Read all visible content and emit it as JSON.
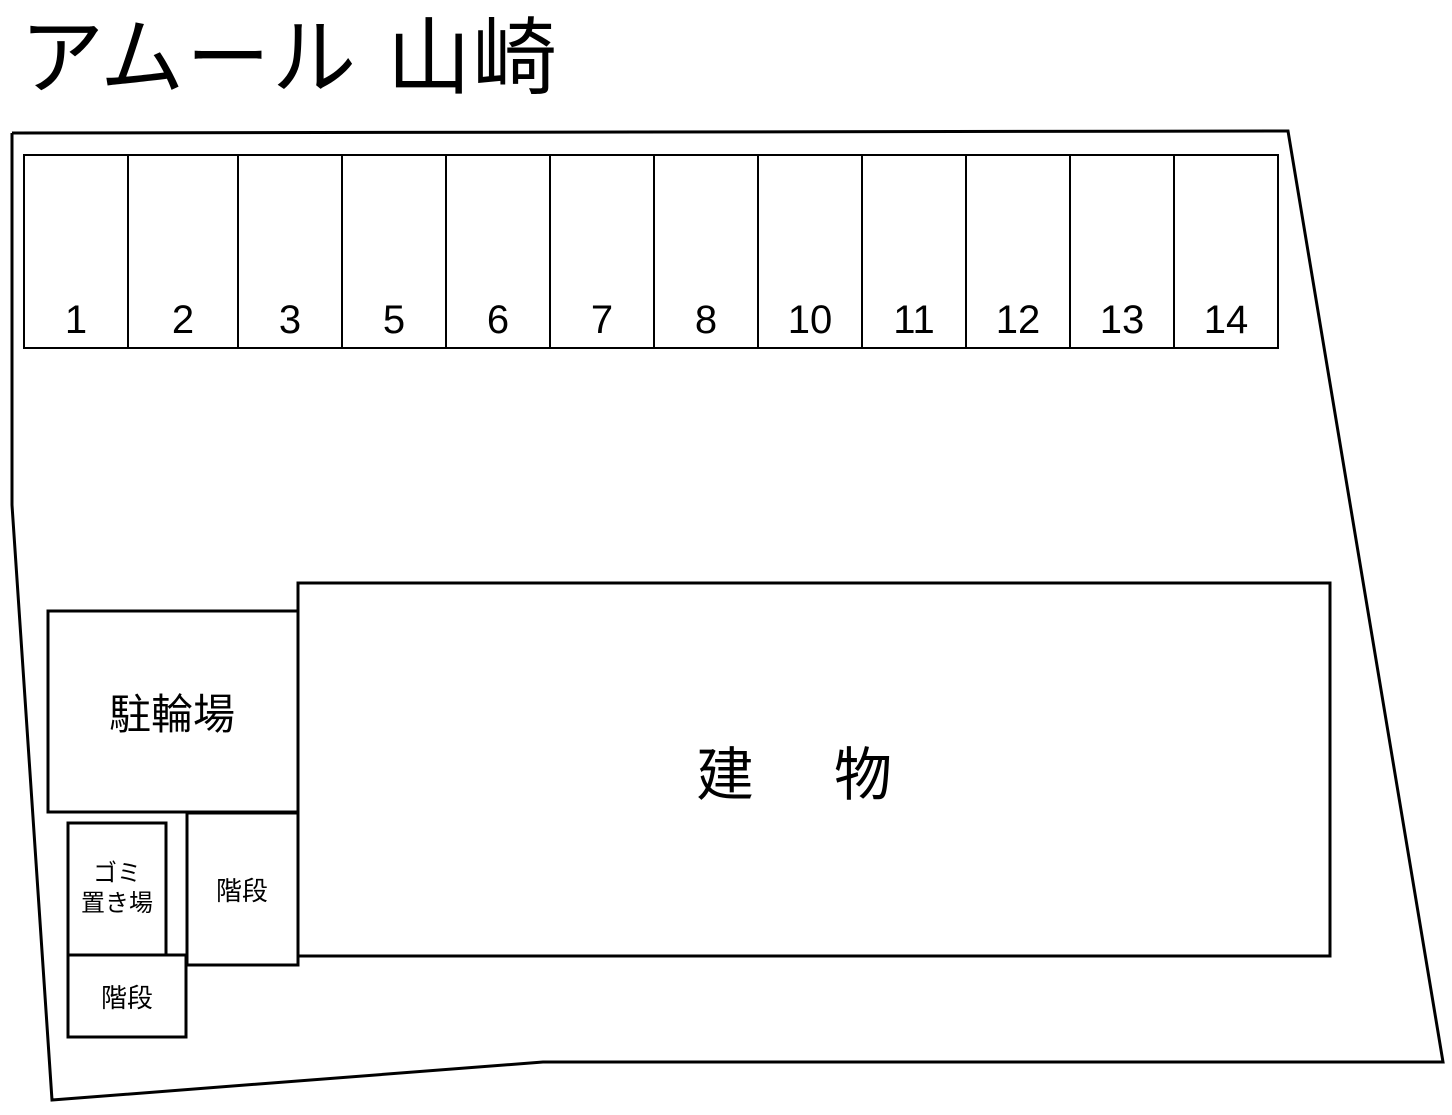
{
  "title": "アムール 山崎",
  "parking": {
    "stalls": [
      {
        "label": "1"
      },
      {
        "label": "2"
      },
      {
        "label": "3"
      },
      {
        "label": "5"
      },
      {
        "label": "6"
      },
      {
        "label": "7"
      },
      {
        "label": "8"
      },
      {
        "label": "10"
      },
      {
        "label": "11"
      },
      {
        "label": "12"
      },
      {
        "label": "13"
      },
      {
        "label": "14"
      }
    ]
  },
  "areas": {
    "bicycle_parking": "駐輪場",
    "building": "建物",
    "garbage_line1": "ゴミ",
    "garbage_line2": "置き場",
    "stairs_upper": "階段",
    "stairs_lower": "階段"
  },
  "colors": {
    "line": "#000000",
    "background": "#ffffff"
  }
}
